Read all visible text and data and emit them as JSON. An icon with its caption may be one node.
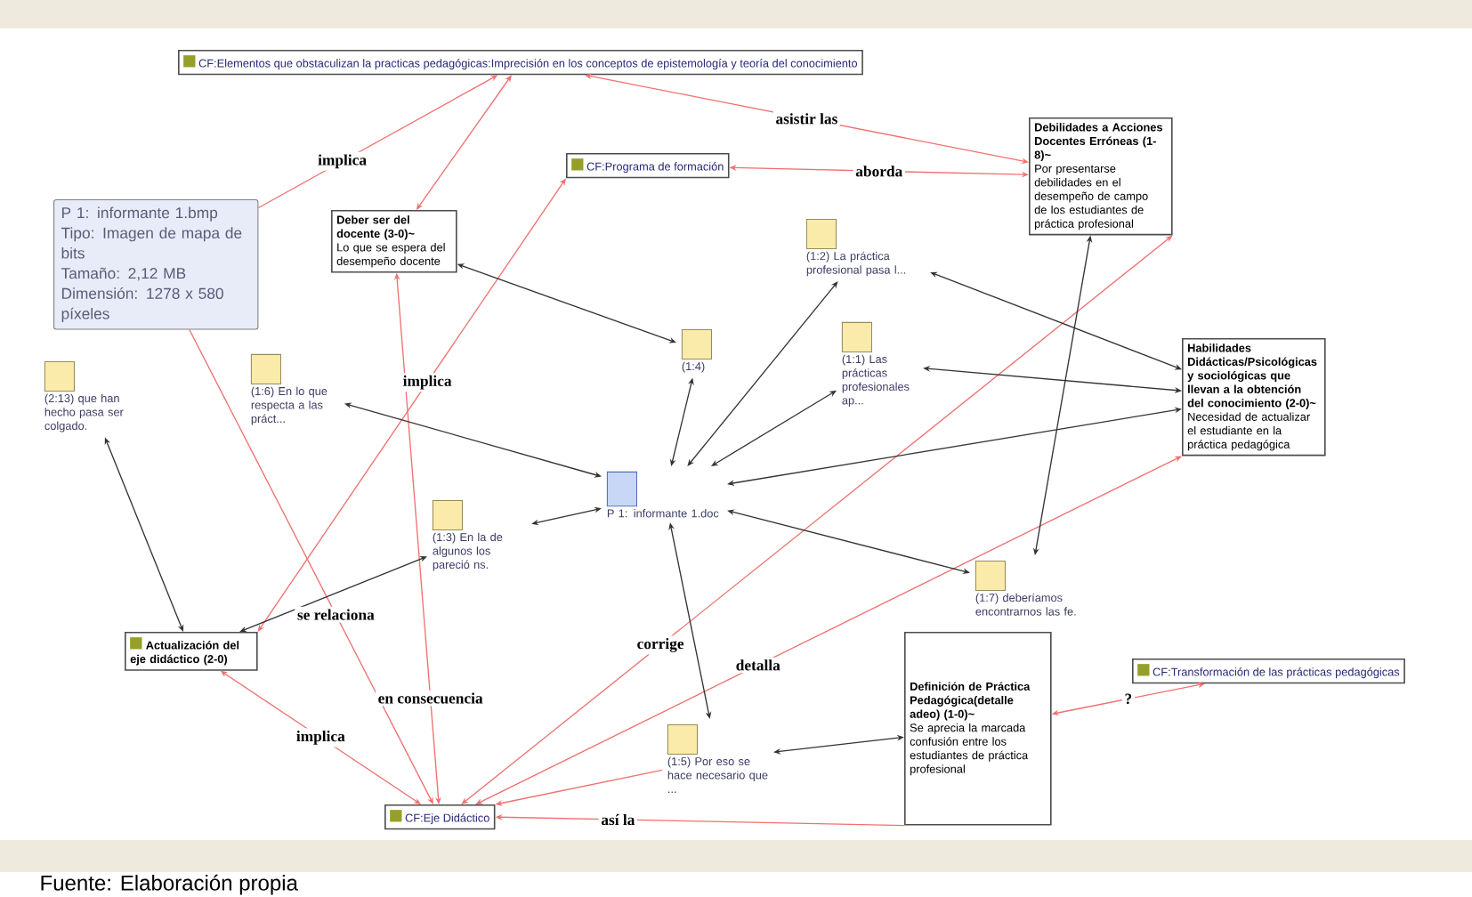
{
  "diagram": {
    "caption": "Fuente: Elaboración propia",
    "nodes": [
      {
        "text": [
          "CF:Elementos que obstaculizan la practicas pedagógicas:Imprecisión en los conceptos de epistemología y teoría del conocimiento"
        ]
      },
      {
        "text": [
          "CF:Programa de formación"
        ]
      },
      {
        "text": [
          "Debilidades a Acciones Docentes Erróneas (1-8)~",
          "Por presentarse debilidades en el desempeño de campo de los estudiantes de práctica profesional"
        ]
      },
      {
        "text": [
          "P 1: informante 1.bmp",
          "Tipo: Imagen de mapa de bits",
          "Tamaño: 2,12 MB",
          "Dimensión: 1278 x 580 píxeles"
        ]
      },
      {
        "text": [
          "Deber ser del docente (3-0)~",
          "Lo que se espera del desempeño docente"
        ]
      },
      {
        "text": [
          "(1:4)"
        ]
      },
      {
        "text": [
          "(1:2) La práctica profesional pasa l..."
        ]
      },
      {
        "text": [
          "(1:1) Las prácticas profesionales ap..."
        ]
      },
      {
        "text": [
          "(1:6) En lo que respecta a las práct..."
        ]
      },
      {
        "text": [
          "(2:13) que han hecho pasa ser colgado."
        ]
      },
      {
        "text": [
          "P 1: informante 1.doc"
        ]
      },
      {
        "text": [
          "Habilidades Didácticas/Psicológicas y sociológicas que llevan a la obtención del conocimiento (2-0)~",
          "Necesidad de actualizar el estudiante en la práctica pedagógica"
        ]
      },
      {
        "text": [
          "(1:3) En la de algunos los pareció ns."
        ]
      },
      {
        "text": [
          "(1:7) deberíamos encontrarnos las fe."
        ]
      },
      {
        "text": [
          "Actualización del eje didáctico (2-0)"
        ]
      },
      {
        "text": [
          "Definición de Práctica Pedagógica(detalle adeo) (1-0)~",
          "Se aprecia la marcada confusión entre los estudiantes de práctica profesional"
        ]
      },
      {
        "text": [
          "CF:Transformación de las prácticas pedagógicas"
        ]
      },
      {
        "text": [
          "(1:5) Por eso se hace necesario que ..."
        ]
      },
      {
        "text": [
          "CF:Eje Didáctico"
        ]
      }
    ],
    "edges": [
      {
        "from": 3,
        "to": 0,
        "arrow": "to",
        "label": "implica",
        "color": "#f07070"
      },
      {
        "from": 4,
        "to": 0,
        "arrow": "both",
        "color": "#f07070"
      },
      {
        "from": 2,
        "to": 0,
        "arrow": "both",
        "label": "asistir las",
        "color": "#f07070"
      },
      {
        "from": 2,
        "to": 1,
        "arrow": "both",
        "label": "aborda",
        "color": "#f07070"
      },
      {
        "from": 1,
        "to": 14,
        "arrow": "both",
        "label": "implica",
        "color": "#f07070"
      },
      {
        "from": 4,
        "to": 18,
        "arrow": "both",
        "label": "en consecuencia",
        "color": "#f07070"
      },
      {
        "from": 3,
        "to": 18,
        "arrow": "to",
        "label": "se relaciona",
        "color": "#f07070"
      },
      {
        "from": 14,
        "to": 18,
        "arrow": "both",
        "label": "implica",
        "color": "#f07070"
      },
      {
        "from": 2,
        "to": 18,
        "arrow": "both",
        "label": "corrige",
        "color": "#f07070"
      },
      {
        "from": 11,
        "to": 18,
        "arrow": "both",
        "label": "detalla",
        "color": "#f07070"
      },
      {
        "from": 17,
        "to": 18,
        "arrow": "to",
        "color": "#f07070"
      },
      {
        "from": 15,
        "to": 18,
        "arrow": "to",
        "label": "así la",
        "color": "#f07070"
      },
      {
        "from": 15,
        "to": 16,
        "arrow": "both",
        "label": "?",
        "color": "#f07070"
      },
      {
        "from": 4,
        "to": 5,
        "arrow": "both"
      },
      {
        "from": 5,
        "to": 10,
        "arrow": "both"
      },
      {
        "from": 6,
        "to": 10,
        "arrow": "both"
      },
      {
        "from": 7,
        "to": 10,
        "arrow": "both"
      },
      {
        "from": 8,
        "to": 10,
        "arrow": "both"
      },
      {
        "from": 12,
        "to": 10,
        "arrow": "both"
      },
      {
        "from": 11,
        "to": 10,
        "arrow": "both"
      },
      {
        "from": 10,
        "to": 13,
        "arrow": "both"
      },
      {
        "from": 10,
        "to": 17,
        "arrow": "both"
      },
      {
        "from": 6,
        "to": 11,
        "arrow": "both"
      },
      {
        "from": 7,
        "to": 11,
        "arrow": "both"
      },
      {
        "from": 2,
        "to": 13,
        "arrow": "both"
      },
      {
        "from": 9,
        "to": 14,
        "arrow": "both"
      },
      {
        "from": 12,
        "to": 14,
        "arrow": "both"
      },
      {
        "from": 15,
        "to": 17,
        "arrow": "both"
      }
    ]
  }
}
